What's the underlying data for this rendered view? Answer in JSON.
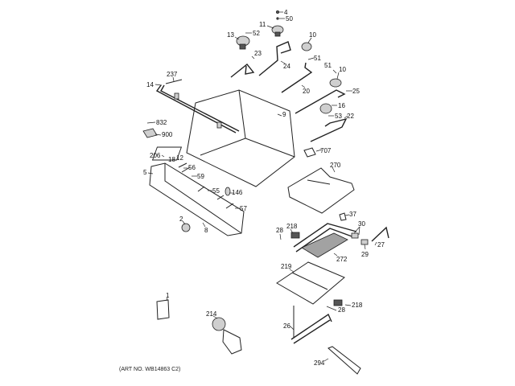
{
  "diagram": {
    "type": "exploded-parts",
    "subject": "Gas range burner / manifold assembly",
    "art_number": "(ART NO. WB14863 C2)",
    "parts": [
      {
        "id": "p4",
        "label": "4"
      },
      {
        "id": "p50",
        "label": "50"
      },
      {
        "id": "p11",
        "label": "11"
      },
      {
        "id": "p13",
        "label": "13"
      },
      {
        "id": "p52",
        "label": "52"
      },
      {
        "id": "p10a",
        "label": "10"
      },
      {
        "id": "p23",
        "label": "23"
      },
      {
        "id": "p24",
        "label": "24"
      },
      {
        "id": "p51a",
        "label": "51"
      },
      {
        "id": "p51b",
        "label": "51"
      },
      {
        "id": "p10b",
        "label": "10"
      },
      {
        "id": "p20",
        "label": "20"
      },
      {
        "id": "p25",
        "label": "25"
      },
      {
        "id": "p16",
        "label": "16"
      },
      {
        "id": "p53",
        "label": "53"
      },
      {
        "id": "p22",
        "label": "22"
      },
      {
        "id": "p707",
        "label": "707"
      },
      {
        "id": "p237",
        "label": "237"
      },
      {
        "id": "p14",
        "label": "14"
      },
      {
        "id": "p9",
        "label": "9"
      },
      {
        "id": "p832",
        "label": "832"
      },
      {
        "id": "p900",
        "label": "900"
      },
      {
        "id": "p206",
        "label": "206"
      },
      {
        "id": "p18",
        "label": "18"
      },
      {
        "id": "p12",
        "label": "12"
      },
      {
        "id": "p56",
        "label": "56"
      },
      {
        "id": "p5",
        "label": "5"
      },
      {
        "id": "p59",
        "label": "59"
      },
      {
        "id": "p55",
        "label": "55"
      },
      {
        "id": "p146",
        "label": "146"
      },
      {
        "id": "p57",
        "label": "57"
      },
      {
        "id": "p2",
        "label": "2"
      },
      {
        "id": "p8",
        "label": "8"
      },
      {
        "id": "p270",
        "label": "270"
      },
      {
        "id": "p37",
        "label": "37"
      },
      {
        "id": "p30",
        "label": "30"
      },
      {
        "id": "p28a",
        "label": "28"
      },
      {
        "id": "p218a",
        "label": "218"
      },
      {
        "id": "p27",
        "label": "27"
      },
      {
        "id": "p29",
        "label": "29"
      },
      {
        "id": "p272",
        "label": "272"
      },
      {
        "id": "p219",
        "label": "219"
      },
      {
        "id": "p218b",
        "label": "218"
      },
      {
        "id": "p28b",
        "label": "28"
      },
      {
        "id": "p26",
        "label": "26"
      },
      {
        "id": "p294",
        "label": "294"
      },
      {
        "id": "p1",
        "label": "1"
      },
      {
        "id": "p214",
        "label": "214"
      }
    ]
  }
}
